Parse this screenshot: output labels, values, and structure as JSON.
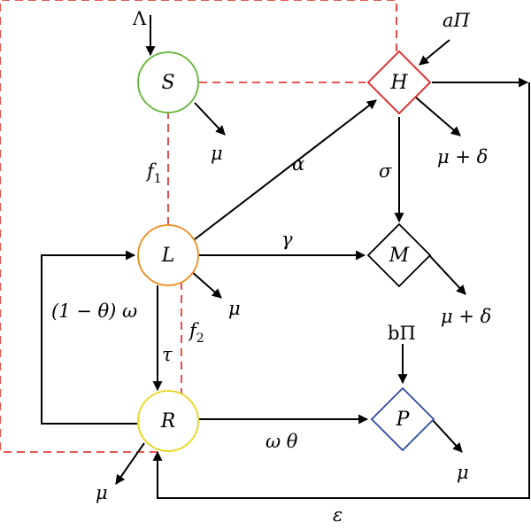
{
  "nodes": {
    "S": {
      "label": "S",
      "color": "#5fb536"
    },
    "L": {
      "label": "L",
      "color": "#f08a1c"
    },
    "R": {
      "label": "R",
      "color": "#e8d51a"
    },
    "H": {
      "label": "H",
      "color": "#e0201c"
    },
    "M": {
      "label": "M",
      "color": "#000000"
    },
    "P": {
      "label": "P",
      "color": "#2a4ea0"
    }
  },
  "edges": {
    "lambda": "Λ",
    "a_pi": "aΠ",
    "b_pi": "bΠ",
    "mu_S": "μ",
    "mu_L": "μ",
    "mu_R": "μ",
    "mu_P": "μ",
    "mu_delta_H": "μ + δ",
    "mu_delta_M": "μ + δ",
    "alpha": "α",
    "gamma": "γ",
    "sigma": "σ",
    "tau": "τ",
    "omega_theta": "ω θ",
    "one_minus_theta_omega": "(1 − θ) ω",
    "epsilon": "ε",
    "f1": "f",
    "f1_sub": "1",
    "f2": "f",
    "f2_sub": "2"
  },
  "colors": {
    "dashed_line": "#e0201c",
    "arrow": "#000000"
  }
}
